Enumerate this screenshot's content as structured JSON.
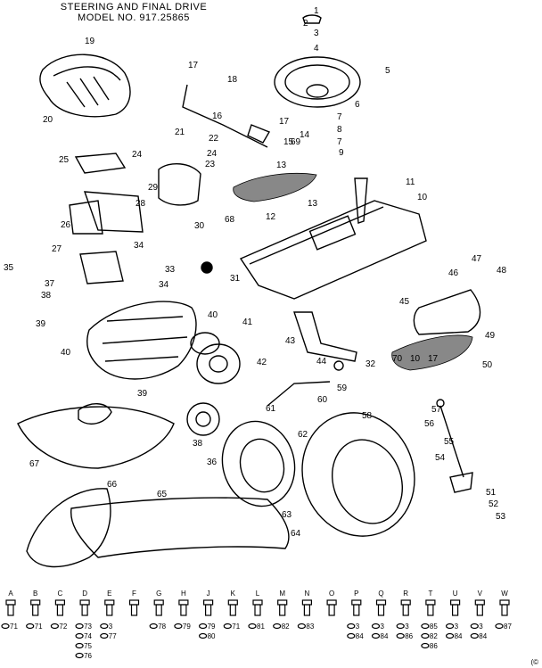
{
  "title": {
    "line1": "STEERING AND FINAL DRIVE",
    "line2": "MODEL NO. 917.25865"
  },
  "corner_text": "(©",
  "callouts": [
    "1",
    "2",
    "3",
    "4",
    "5",
    "6",
    "7",
    "8",
    "7",
    "9",
    "10",
    "11",
    "12",
    "13",
    "13",
    "14",
    "15",
    "16",
    "17",
    "17",
    "18",
    "19",
    "20",
    "21",
    "22",
    "23",
    "24",
    "24",
    "25",
    "26",
    "27",
    "28",
    "29",
    "30",
    "31",
    "32",
    "33",
    "34",
    "34",
    "35",
    "36",
    "37",
    "38",
    "38",
    "39",
    "39",
    "40",
    "40",
    "41",
    "42",
    "43",
    "44",
    "45",
    "46",
    "47",
    "48",
    "49",
    "50",
    "51",
    "52",
    "53",
    "54",
    "55",
    "56",
    "57",
    "58",
    "59",
    "60",
    "61",
    "62",
    "63",
    "64",
    "65",
    "66",
    "67",
    "68",
    "69",
    "70",
    "10",
    "17"
  ],
  "hardware_legend": [
    {
      "letter": "A",
      "parts": [
        "71"
      ]
    },
    {
      "letter": "B",
      "parts": [
        "71"
      ]
    },
    {
      "letter": "C",
      "parts": [
        "72"
      ]
    },
    {
      "letter": "D",
      "parts": [
        "73",
        "74",
        "75",
        "76"
      ]
    },
    {
      "letter": "E",
      "parts": [
        "3",
        "77"
      ]
    },
    {
      "letter": "F",
      "parts": []
    },
    {
      "letter": "G",
      "parts": [
        "78"
      ]
    },
    {
      "letter": "H",
      "parts": [
        "79"
      ]
    },
    {
      "letter": "J",
      "parts": [
        "79",
        "80"
      ]
    },
    {
      "letter": "K",
      "parts": [
        "71"
      ]
    },
    {
      "letter": "L",
      "parts": [
        "81"
      ]
    },
    {
      "letter": "M",
      "parts": [
        "82"
      ]
    },
    {
      "letter": "N",
      "parts": [
        "83"
      ]
    },
    {
      "letter": "O",
      "parts": []
    },
    {
      "letter": "P",
      "parts": [
        "3",
        "84"
      ]
    },
    {
      "letter": "Q",
      "parts": [
        "3",
        "84"
      ]
    },
    {
      "letter": "R",
      "parts": [
        "3",
        "86"
      ]
    },
    {
      "letter": "T",
      "parts": [
        "85",
        "82",
        "86"
      ]
    },
    {
      "letter": "U",
      "parts": [
        "3",
        "84"
      ]
    },
    {
      "letter": "V",
      "parts": [
        "3",
        "84"
      ]
    },
    {
      "letter": "W",
      "parts": [
        "87"
      ]
    }
  ]
}
